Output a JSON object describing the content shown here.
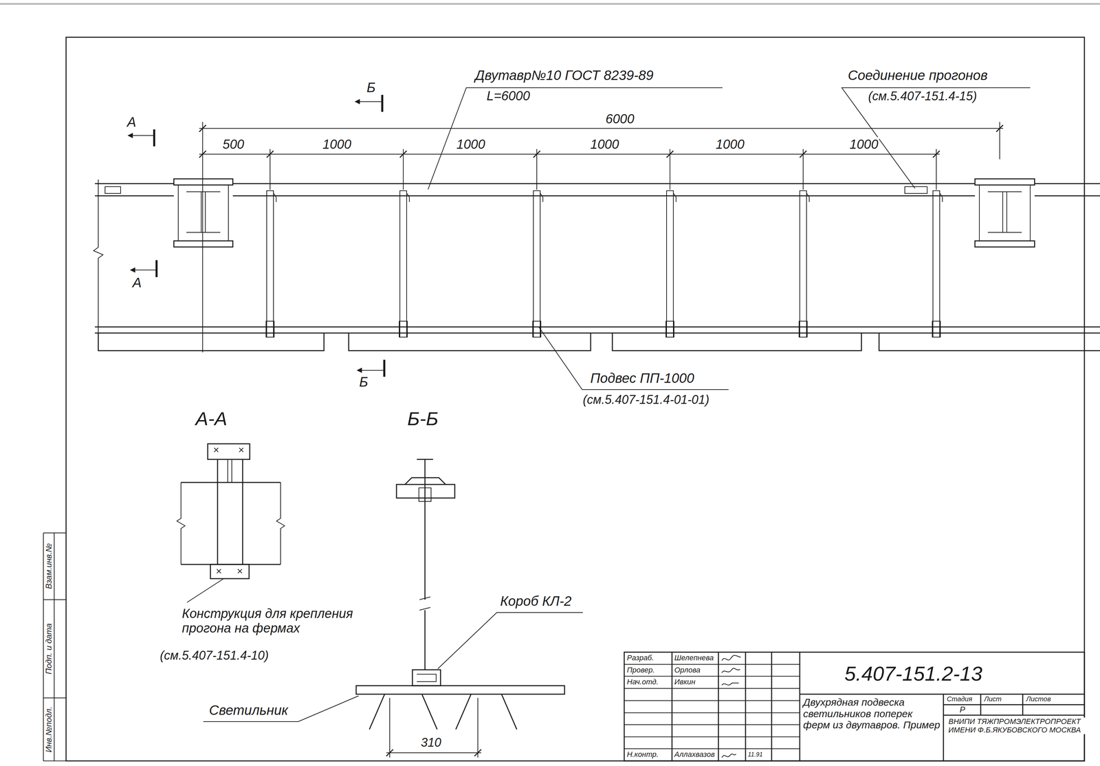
{
  "diagram": {
    "title": "Двухрядная подвеска светильников поперек ферм из двутавров. Пример",
    "labels": [
      "Двутавр№10 ГОСТ 8239-89",
      "L=6000",
      "Соединение прогонов",
      "(см.5.407-151.4-15)",
      "Б",
      "А",
      "6000",
      "500",
      "1000",
      "1000",
      "1000",
      "1000",
      "1000",
      "А",
      "Б",
      "Подвес ПП-1000",
      "(см.5.407-151.4-01-01)",
      "А-А",
      "Б-Б",
      "Конструкция для крепления прогона на фермах",
      "(см.5.407-151.4-10)",
      "Короб КЛ-2",
      "Светильник",
      "310",
      "Разраб.",
      "Шелепнева",
      "Провер.",
      "Орлова",
      "Нач.отд.",
      "Ивкин",
      "Н.контр.",
      "Аллахвазов",
      "11.91",
      "5.407-151.2-13",
      "Стадия",
      "Лист",
      "Листов",
      "Р",
      "ВНИПИ ТЯЖПРОМЭЛЕКТРОПРОЕКТ ИМЕНИ Ф.Б.ЯКУБОВСКОГО МОСКВА",
      "Инв.№подл.",
      "Подп. и дата",
      "Взам.инв.№"
    ]
  }
}
